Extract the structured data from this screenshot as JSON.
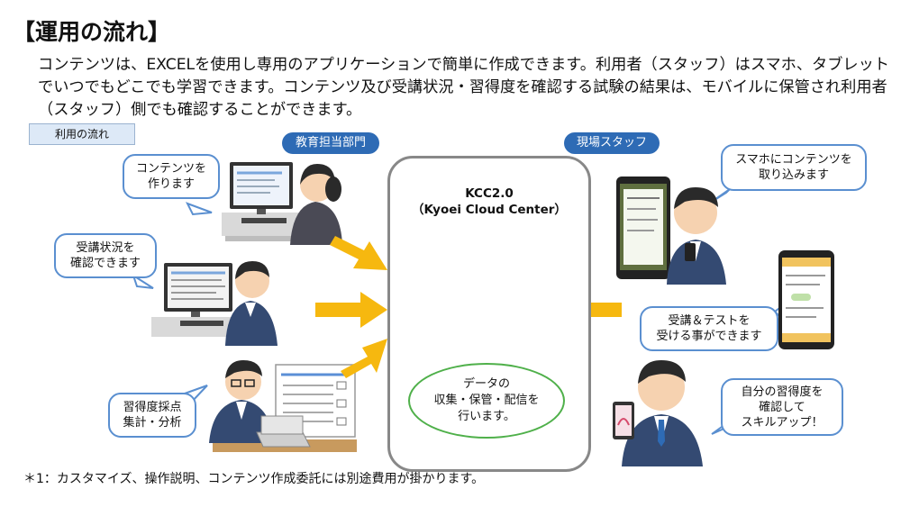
{
  "title": "【運用の流れ】",
  "intro": "コンテンツは、EXCELを使用し専用のアプリケーションで簡単に作成できます。利用者（スタッフ）はスマホ、タブレットでいつでもどこでも学習できます。コンテンツ及び受講状況・習得度を確認する試験の結果は、モバイルに保管され利用者（スタッフ）側でも確認することができます。",
  "flow_label": "利用の流れ",
  "groups": {
    "left": "教育担当部門",
    "right": "現場スタッフ"
  },
  "bubbles": {
    "create": "コンテンツを\n作ります",
    "check": "受講状況を\n確認できます",
    "grade": "習得度採点\n集計・分析",
    "import": "スマホにコンテンツを\n取り込みます",
    "test": "受講＆テストを\n受ける事ができます",
    "skill": "自分の習得度を\n確認して\nスキルアップ！"
  },
  "center": {
    "name": "KCC2.0\n（Kyoei Cloud Center）",
    "note": "データの\n収集・保管・配信を\n行います。"
  },
  "footnote": "＊1：カスタマイズ、操作説明、コンテンツ作成委託には別途費用が掛かります。",
  "colors": {
    "arrow": "#f6b80f",
    "pill": "#2e6bb5",
    "bubble_border": "#5a8fd0",
    "oval_border": "#4fb04a",
    "suit": "#344a72",
    "skin": "#f6d2b0"
  }
}
